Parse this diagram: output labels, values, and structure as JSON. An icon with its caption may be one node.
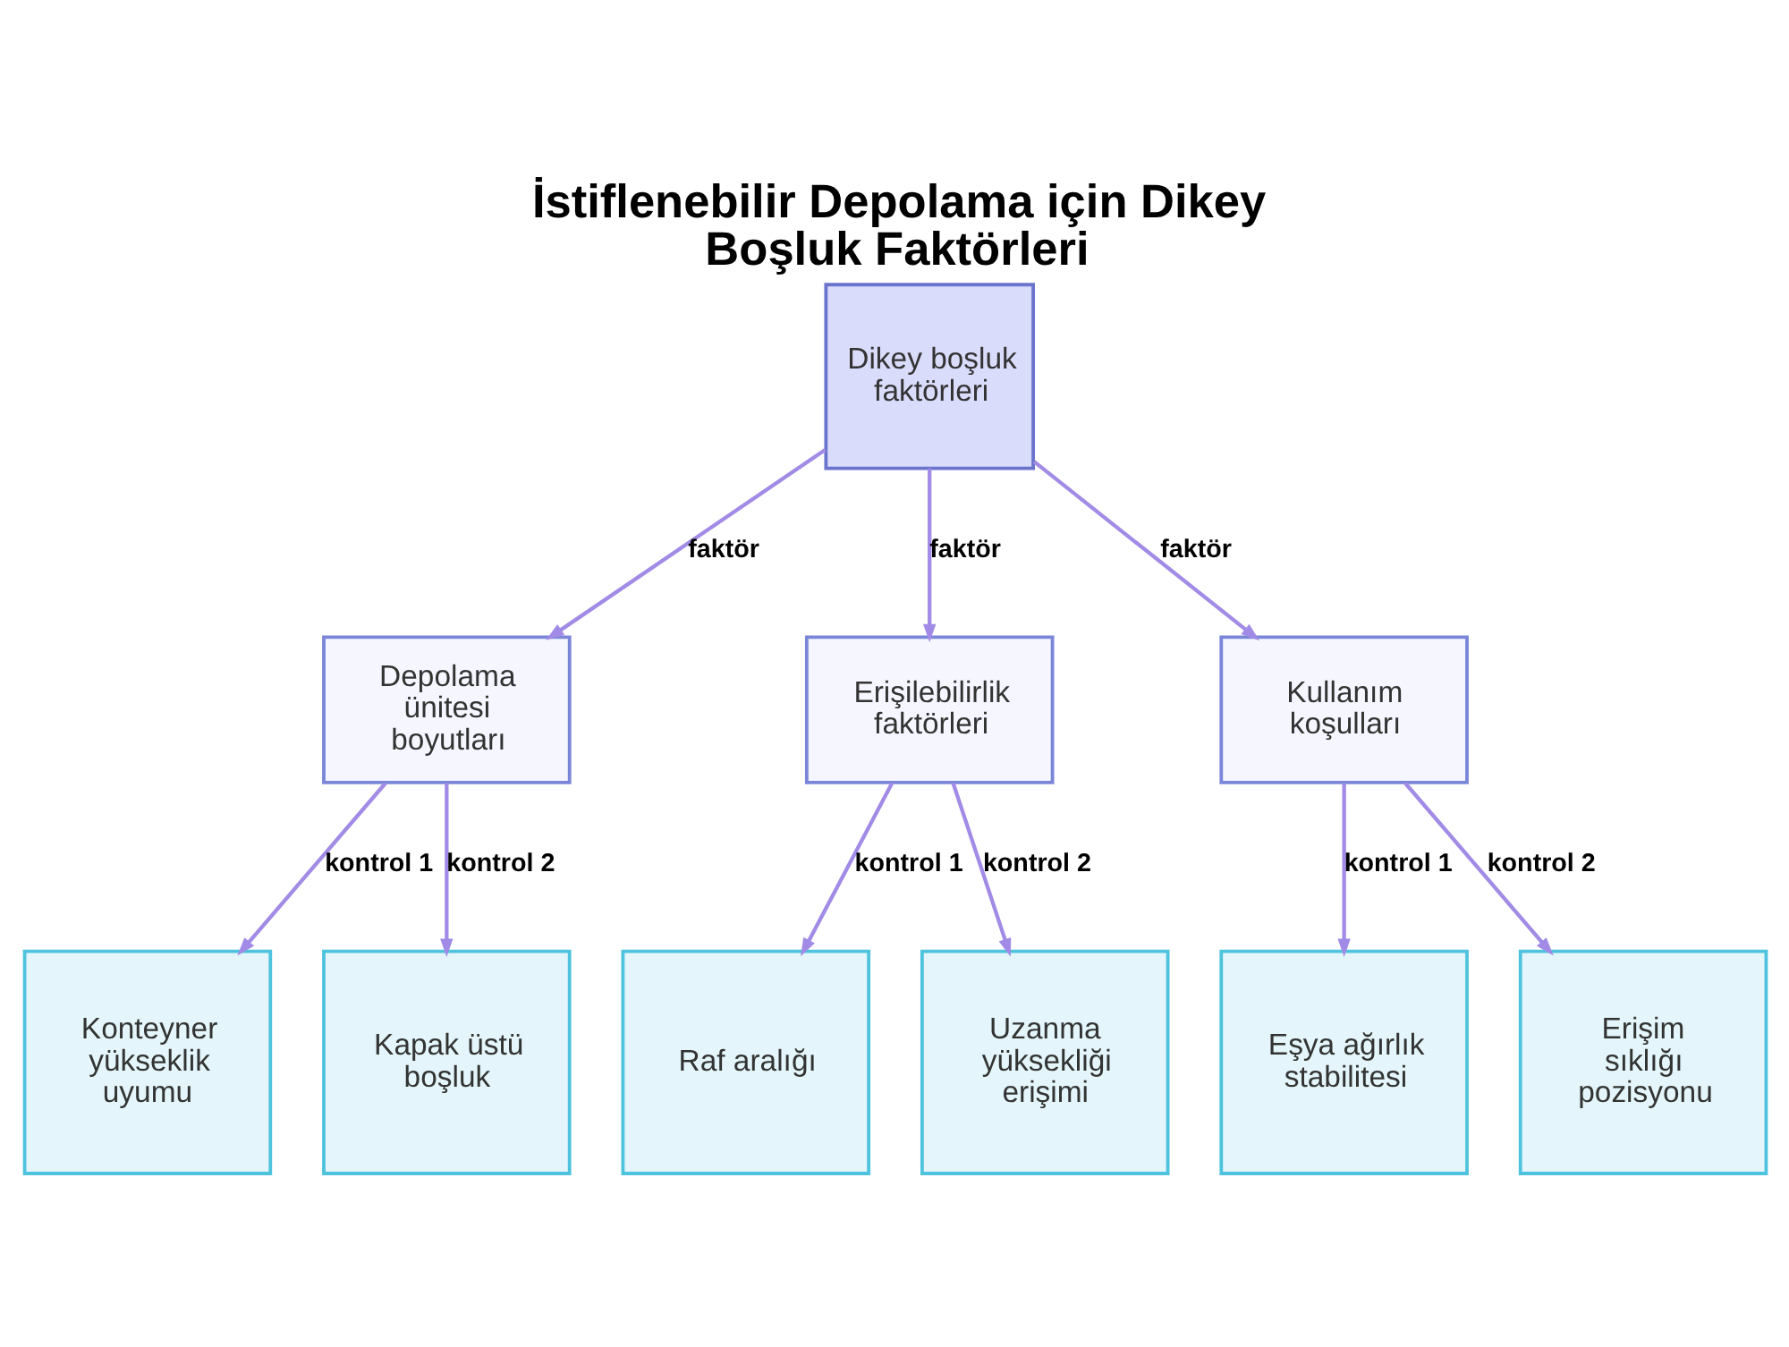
{
  "diagram": {
    "title": "İstiflenebilir Depolama için Dikey Boşluk Faktörleri",
    "nodes": [
      {
        "text": [
          "Dikey boşluk faktörleri"
        ]
      },
      {
        "text": [
          "Depolama ünitesi boyutları"
        ]
      },
      {
        "text": [
          "Erişilebilirlik faktörleri"
        ]
      },
      {
        "text": [
          "Kullanım koşulları"
        ]
      },
      {
        "text": [
          "Konteyner yükseklik uyumu"
        ]
      },
      {
        "text": [
          "Kapak üstü boşluk"
        ]
      },
      {
        "text": [
          "Raf aralığı"
        ]
      },
      {
        "text": [
          "Uzanma yüksekliği erişimi"
        ]
      },
      {
        "text": [
          "Eşya ağırlık stabilitesi"
        ]
      },
      {
        "text": [
          "Erişim sıklığı pozisyonu"
        ]
      }
    ],
    "edges": [
      {
        "from": 0,
        "to": 1,
        "arrow": "to",
        "label": "faktör"
      },
      {
        "from": 0,
        "to": 2,
        "arrow": "to",
        "label": "faktör"
      },
      {
        "from": 0,
        "to": 3,
        "arrow": "to",
        "label": "faktör"
      },
      {
        "from": 1,
        "to": 4,
        "arrow": "to",
        "label": "kontrol 1"
      },
      {
        "from": 1,
        "to": 5,
        "arrow": "to",
        "label": "kontrol 2"
      },
      {
        "from": 2,
        "to": 6,
        "arrow": "to",
        "label": "kontrol 1"
      },
      {
        "from": 2,
        "to": 7,
        "arrow": "to",
        "label": "kontrol 2"
      },
      {
        "from": 3,
        "to": 8,
        "arrow": "to",
        "label": "kontrol 1"
      },
      {
        "from": 3,
        "to": 9,
        "arrow": "to",
        "label": "kontrol 2"
      }
    ]
  }
}
